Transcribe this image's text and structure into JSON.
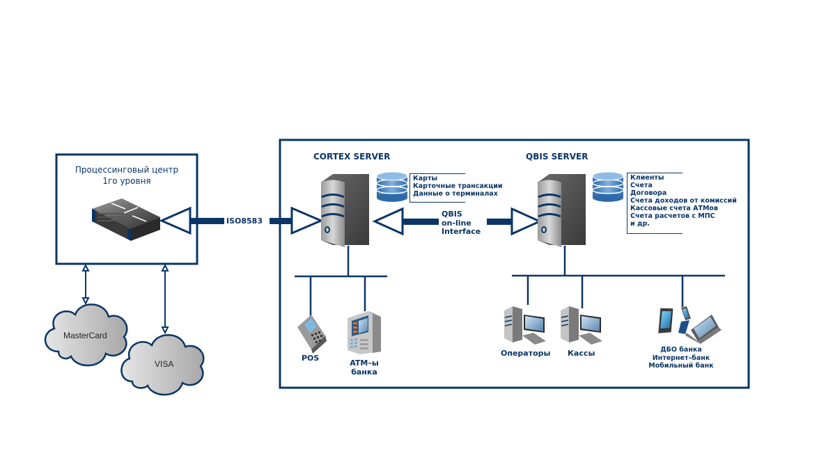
{
  "processing_center": {
    "title_line1": "Процессинговый центр",
    "title_line2": "1го уровня",
    "icon": "network-switch-icon"
  },
  "clouds": [
    {
      "label": "MasterCard"
    },
    {
      "label": "VISA"
    }
  ],
  "links": {
    "iso": "ISO8583",
    "qbis_line1": "QBIS",
    "qbis_line2": "on-line",
    "qbis_line3": "Interface"
  },
  "cortex": {
    "title": "CORTEX SERVER",
    "db_items": [
      "Карты",
      "Карточные трансакции",
      "Данные о терминалах"
    ],
    "devices": [
      {
        "label": "POS",
        "icon": "pos-terminal-icon"
      },
      {
        "label_line1": "ATM–ы",
        "label_line2": "банка",
        "icon": "atm-icon"
      }
    ]
  },
  "qbis": {
    "title": "QBIS SERVER",
    "db_items": [
      "Клиенты",
      "Счета",
      "Договора",
      "Счета доходов от комиссий",
      "Кассовые счета АТМов",
      "Счета расчетов с МПС",
      "и др."
    ],
    "devices": [
      {
        "label": "Операторы",
        "icon": "workstation-icon"
      },
      {
        "label": "Кассы",
        "icon": "workstation-icon"
      },
      {
        "label_line1": "ДБО банка",
        "label_line2": "Интернет–банк",
        "label_line3": "Мобильный банк",
        "icon": "mobile-devices-icon"
      }
    ]
  },
  "colors": {
    "primary": "#0a3566",
    "db_blue": "#3f7fbf",
    "server_gray": "#8a8a8a"
  }
}
